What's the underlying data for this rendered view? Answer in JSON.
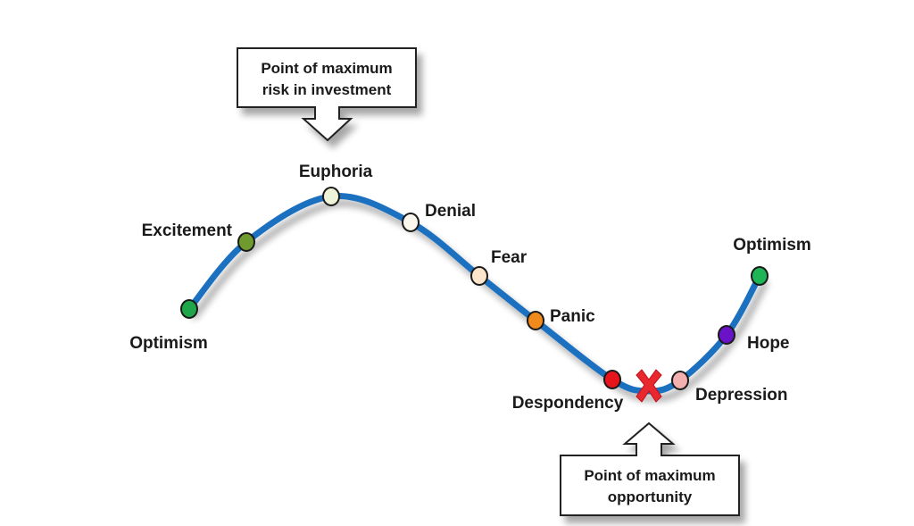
{
  "title_callouts": {
    "top": {
      "line1": "Point of maximum",
      "line2": "risk in investment"
    },
    "bottom": {
      "line1": "Point of maximum",
      "line2": "opportunity"
    }
  },
  "stages": [
    {
      "label": "Optimism",
      "color": "#1fa64a"
    },
    {
      "label": "Excitement",
      "color": "#6f9a2e"
    },
    {
      "label": "Euphoria",
      "color": "#eef4d8"
    },
    {
      "label": "Denial",
      "color": "#fbf7ee"
    },
    {
      "label": "Fear",
      "color": "#fbe6cc"
    },
    {
      "label": "Panic",
      "color": "#f08a1c"
    },
    {
      "label": "Despondency",
      "color": "#e8141c"
    },
    {
      "label": "Depression",
      "color": "#f4b0ae"
    },
    {
      "label": "Hope",
      "color": "#6a12c8"
    },
    {
      "label": "Optimism",
      "color": "#1fb455"
    }
  ],
  "colors": {
    "curve": "#1a6fc0",
    "marker_x": "#e8282e"
  }
}
